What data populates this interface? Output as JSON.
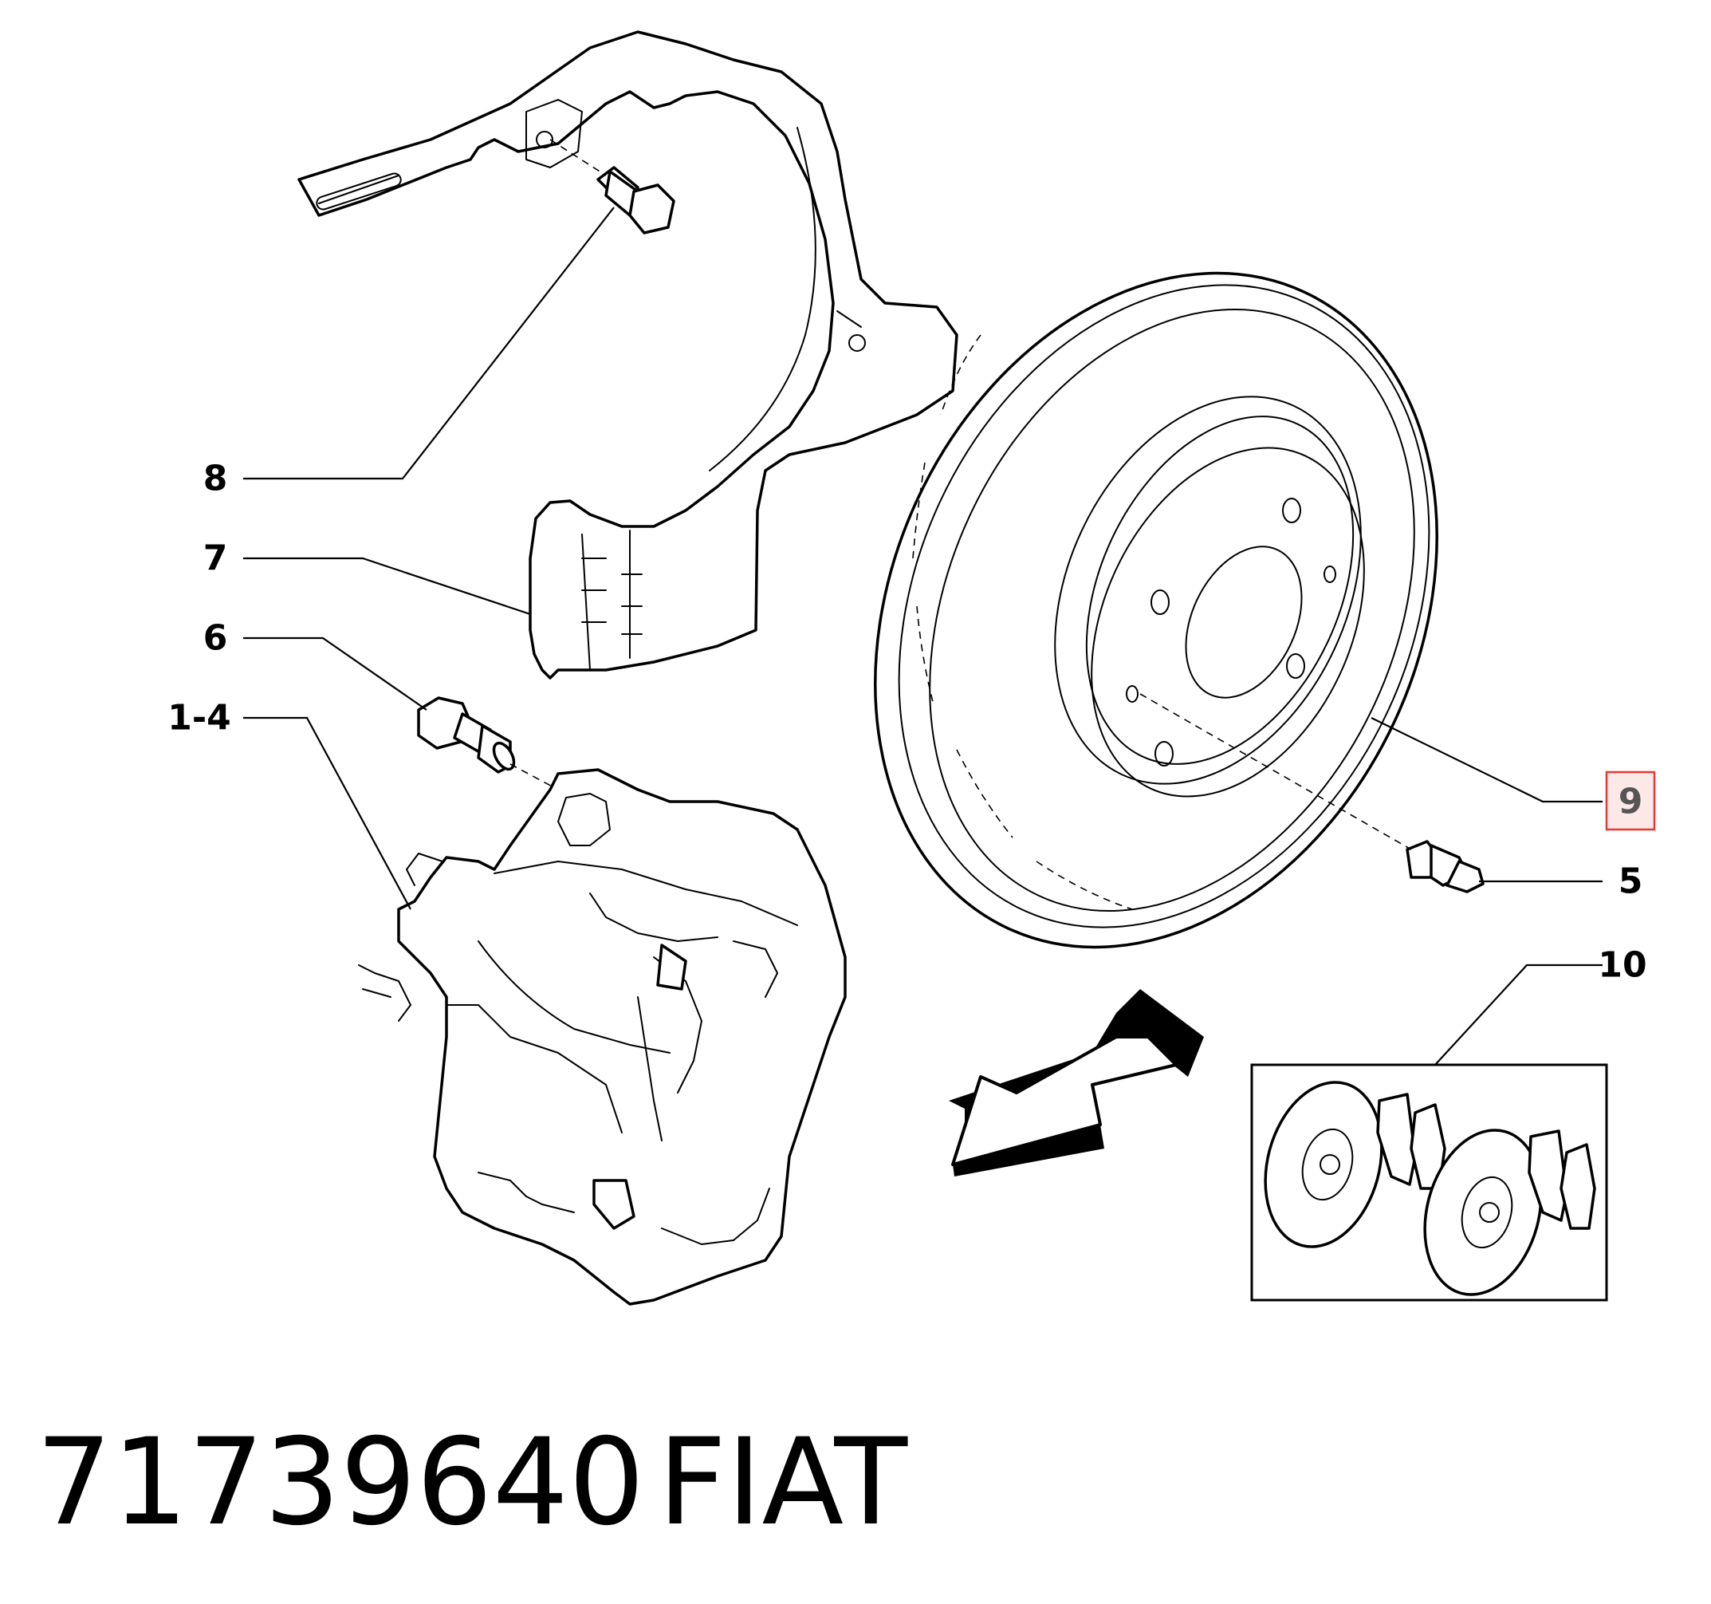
{
  "callouts": {
    "c8": "8",
    "c7": "7",
    "c6": "6",
    "c1_4": "1-4",
    "c9": "9",
    "c5": "5",
    "c10": "10"
  },
  "footer": {
    "part_number": "71739640",
    "brand": "FIAT"
  },
  "colors": {
    "line": "#000000",
    "highlight_box": "#e53935",
    "highlight_fill": "#fde8e8",
    "background": "#ffffff"
  }
}
